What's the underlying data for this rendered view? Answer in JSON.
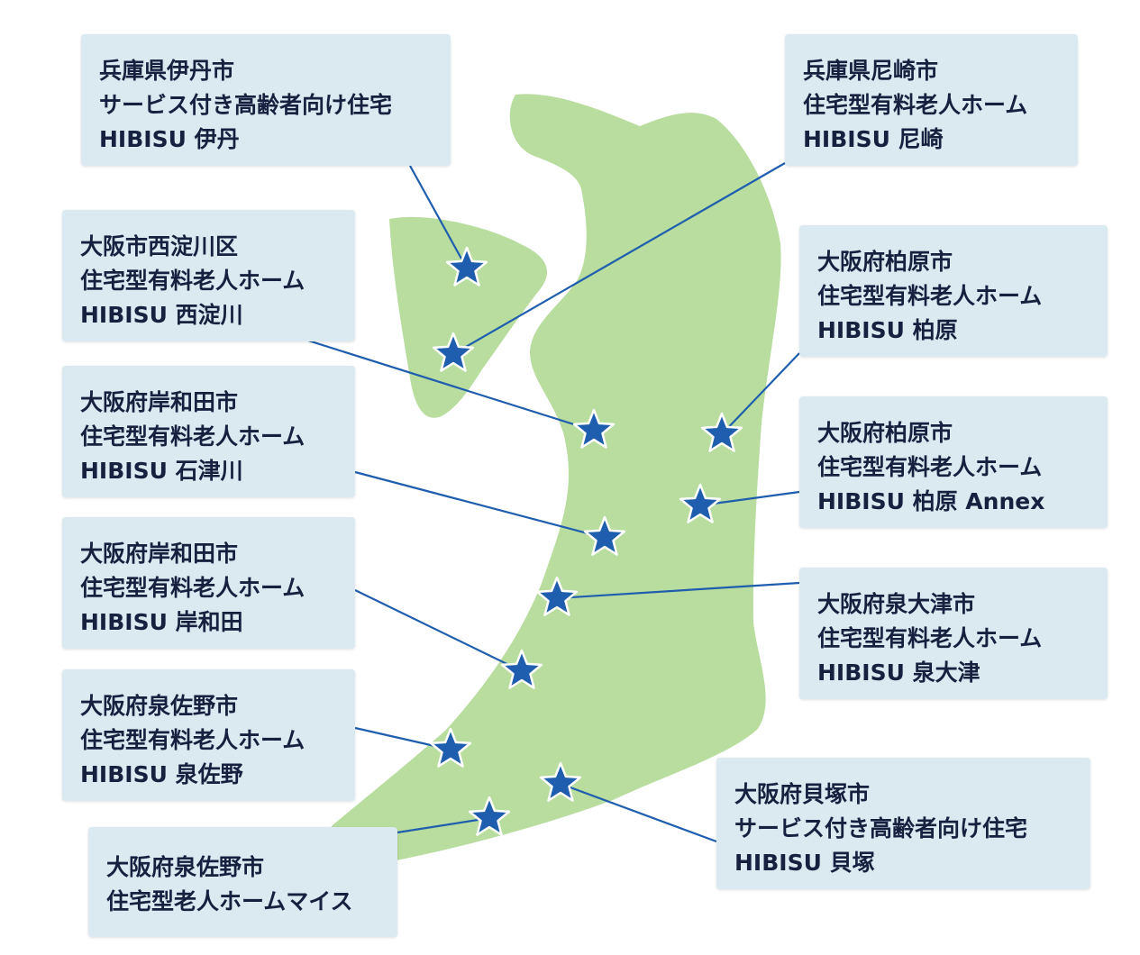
{
  "map": {
    "land_color": "#b8dd9f",
    "star_color": "#1f5eae",
    "line_color": "#1f5eae",
    "marker_icon": "star-icon"
  },
  "facilities": [
    {
      "region": "兵庫県伊丹市",
      "type": "サービス付き高齢者向け住宅",
      "name": "HIBISU 伊丹"
    },
    {
      "region": "兵庫県尼崎市",
      "type": "住宅型有料老人ホーム",
      "name": "HIBISU 尼崎"
    },
    {
      "region": "大阪市西淀川区",
      "type": "住宅型有料老人ホーム",
      "name": "HIBISU 西淀川"
    },
    {
      "region": "大阪府柏原市",
      "type": "住宅型有料老人ホーム",
      "name": "HIBISU 柏原"
    },
    {
      "region": "大阪府岸和田市",
      "type": "住宅型有料老人ホーム",
      "name": "HIBISU 石津川"
    },
    {
      "region": "大阪府柏原市",
      "type": "住宅型有料老人ホーム",
      "name": "HIBISU 柏原 Annex"
    },
    {
      "region": "大阪府岸和田市",
      "type": "住宅型有料老人ホーム",
      "name": "HIBISU 岸和田"
    },
    {
      "region": "大阪府泉大津市",
      "type": "住宅型有料老人ホーム",
      "name": "HIBISU 泉大津"
    },
    {
      "region": "大阪府泉佐野市",
      "type": "住宅型有料老人ホーム",
      "name": "HIBISU 泉佐野"
    },
    {
      "region": "大阪府貝塚市",
      "type": "サービス付き高齢者向け住宅",
      "name": "HIBISU 貝塚"
    },
    {
      "region": "大阪府泉佐野市",
      "type": "住宅型老人ホームマイス"
    }
  ]
}
